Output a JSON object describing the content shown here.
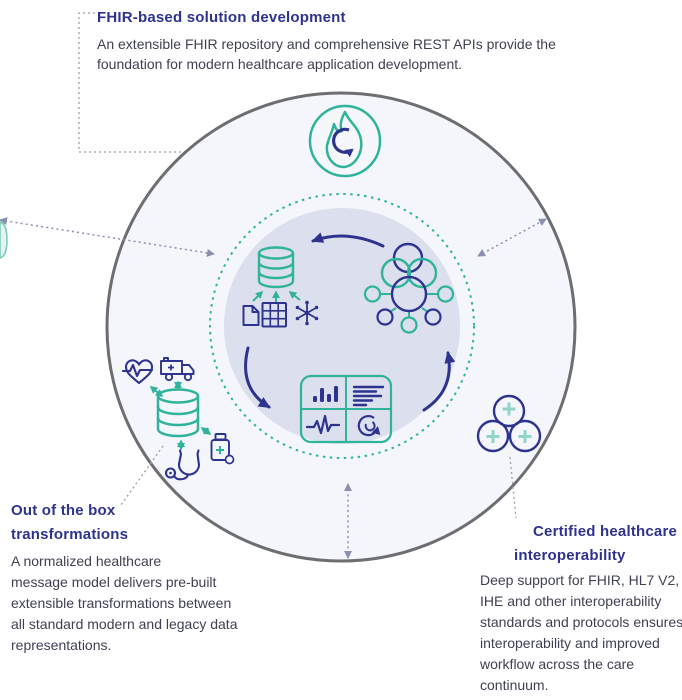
{
  "callouts": {
    "top": {
      "title": "FHIR-based solution development",
      "body": "An extensible FHIR repository and comprehensive REST APIs provide the\nfoundation for modern healthcare application development."
    },
    "bottom_left": {
      "title": "Out of the box\ntransformations",
      "body": "A normalized healthcare\nmessage model delivers pre-built\nextensible transformations between\nall standard modern and legacy data\nrepresentations."
    },
    "bottom_right": {
      "title_line1": "Certified healthcare",
      "title_line2": "interoperability",
      "body": "Deep support for FHIR, HL7 V2,\nIHE and other interoperability\nstandards and protocols ensures\ninteroperability and improved\nworkflow across the care\ncontinuum."
    }
  },
  "diagram": {
    "icons": [
      "flame-icon",
      "central-database-icon",
      "document-icon",
      "data-table-icon",
      "snowflake-connector-icon",
      "network-hub-icon",
      "analytics-quadrant-icon",
      "bar-chart-glyph",
      "text-lines-glyph",
      "ecg-waveform-glyph",
      "circular-arrow-glyph",
      "heart-pulse-icon",
      "ambulance-icon",
      "messages-database-icon",
      "medication-bottle-icon",
      "stethoscope-icon",
      "interoperability-circles-icon"
    ],
    "colors": {
      "navy": "#2d338e",
      "teal": "#2fb39a",
      "teal_light": "#8fd6c9",
      "circle_outline": "#6d6e71",
      "outer_circle_fill": "#f4f6fb",
      "inner_circle_fill": "#dbdfee",
      "dotted_connector": "#9aa0a6",
      "dotted_arrow": "#8b8fb0",
      "title_text": "#2d338e",
      "body_text": "#3f4152"
    }
  }
}
